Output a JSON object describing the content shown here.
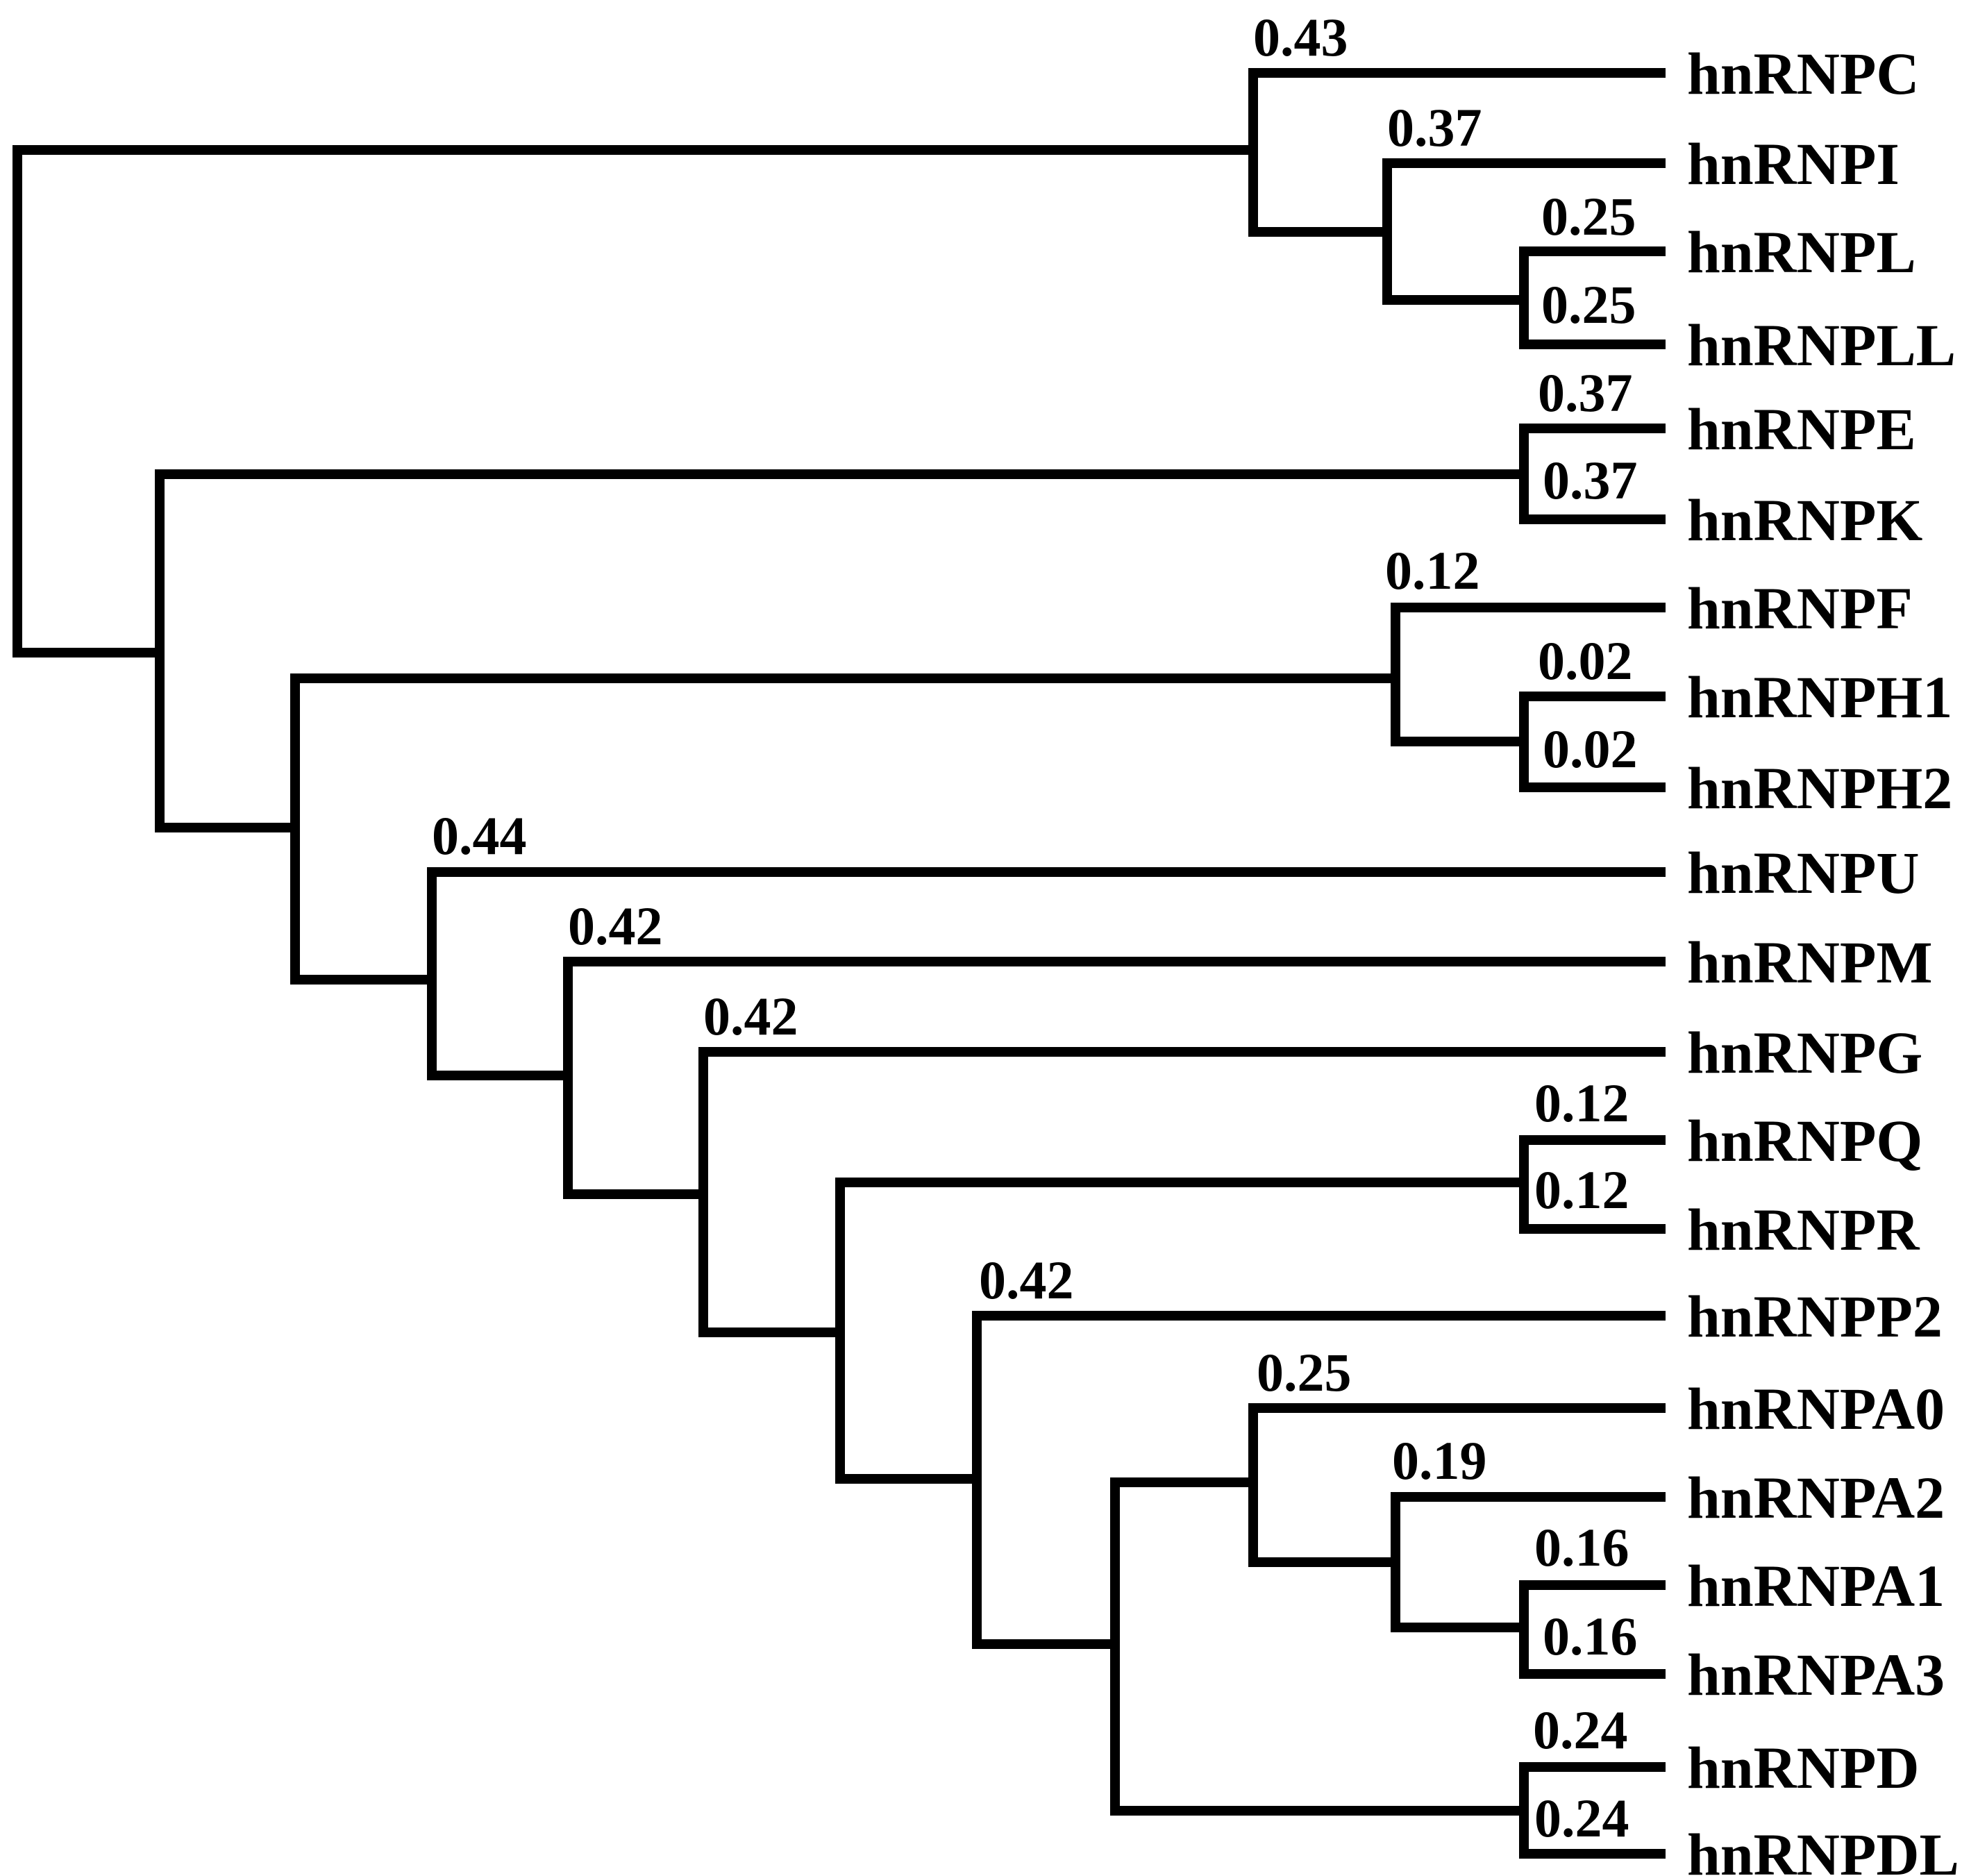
{
  "diagram": {
    "type": "dendrogram",
    "leaves": [
      "hnRNPC",
      "hnRNPI",
      "hnRNPL",
      "hnRNPLL",
      "hnRNPE",
      "hnRNPK",
      "hnRNPF",
      "hnRNPH1",
      "hnRNPH2",
      "hnRNPU",
      "hnRNPM",
      "hnRNPG",
      "hnRNPQ",
      "hnRNPR",
      "hnRNPP2",
      "hnRNPA0",
      "hnRNPA2",
      "hnRNPA1",
      "hnRNPA3",
      "hnRNPD",
      "hnRNPDL"
    ],
    "distances": [
      "0.43",
      "0.37",
      "0.25",
      "0.25",
      "0.37",
      "0.37",
      "0.12",
      "0.02",
      "0.02",
      "0.44",
      "0.42",
      "0.42",
      "0.12",
      "0.12",
      "0.42",
      "0.25",
      "0.19",
      "0.16",
      "0.16",
      "0.24",
      "0.24"
    ]
  }
}
